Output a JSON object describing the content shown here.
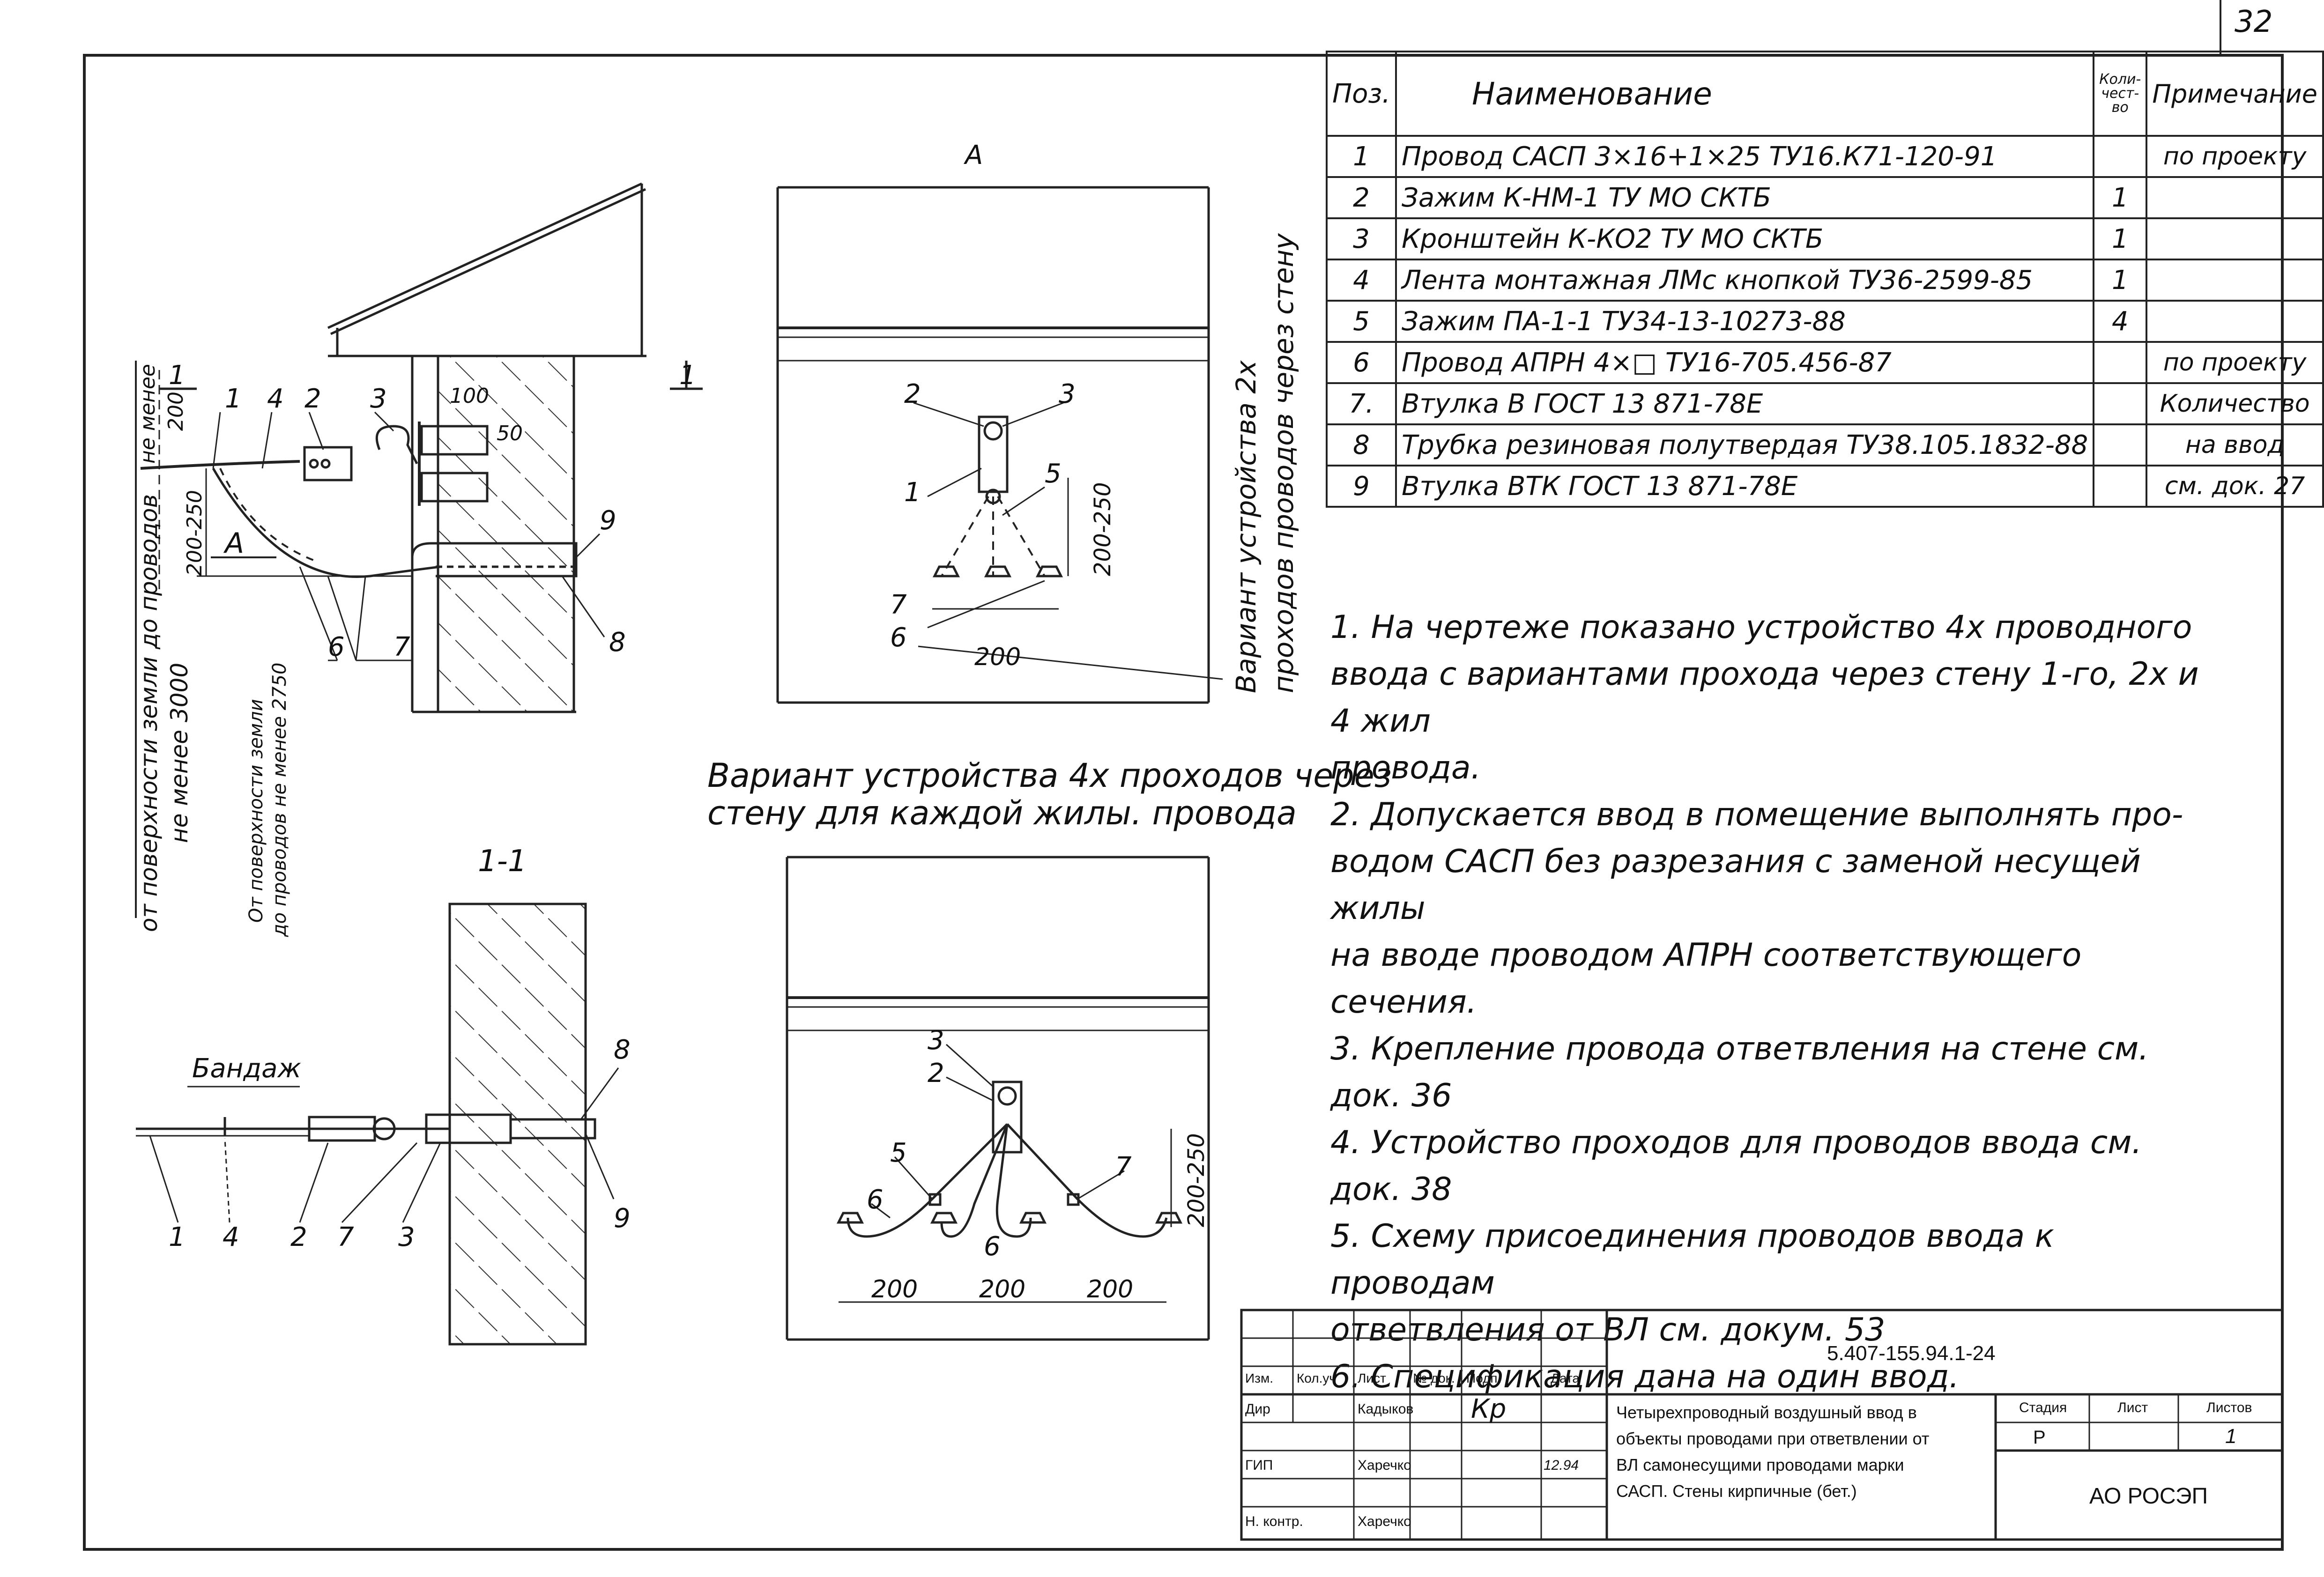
{
  "page_number": "32",
  "spec_table": {
    "headers": {
      "pos": "Поз.",
      "name": "Наименование",
      "qty": "Коли-чест-во",
      "note": "Примечание"
    },
    "rows": [
      {
        "pos": "1",
        "name": "Провод САСП 3×16+1×25 ТУ16.К71-120-91",
        "qty": "",
        "note": "по проекту"
      },
      {
        "pos": "2",
        "name": "Зажим К-НМ-1   ТУ МО СКТБ",
        "qty": "1",
        "note": ""
      },
      {
        "pos": "3",
        "name": "Кронштейн К-КО2 ТУ МО СКТБ",
        "qty": "1",
        "note": ""
      },
      {
        "pos": "4",
        "name": "Лента монтажная ЛМс кнопкой ТУ36-2599-85",
        "qty": "1",
        "note": ""
      },
      {
        "pos": "5",
        "name": "Зажим ПА-1-1 ТУ34-13-10273-88",
        "qty": "4",
        "note": ""
      },
      {
        "pos": "6",
        "name": "Провод АПРН 4×□ ТУ16-705.456-87",
        "qty": "",
        "note": "по проекту"
      },
      {
        "pos": "7.",
        "name": "Втулка В ГОСТ 13 871-78Е",
        "qty": "",
        "note": "Количество"
      },
      {
        "pos": "8",
        "name": "Трубка резиновая полутвердая ТУ38.105.1832-88",
        "qty": "",
        "note": "на ввод"
      },
      {
        "pos": "9",
        "name": "Втулка ВТК ГОСТ 13 871-78Е",
        "qty": "",
        "note": "см. док. 27"
      }
    ]
  },
  "notes": [
    "1. На чертеже показано устройство 4х проводного",
    "ввода с вариантами прохода через стену 1-го, 2х и 4 жил",
    "провода.",
    "2. Допускается ввод в помещение выполнять про-",
    "водом САСП без разрезания с заменой несущей жилы",
    "на вводе проводом АПРН соответствующего сечения.",
    "3. Крепление провода ответвления на стене см. док. 36",
    "4. Устройство проходов для проводов ввода см. док. 38",
    "5. Схему присоединения проводов ввода к проводам",
    "ответвления   от ВЛ  см. докум. 53",
    "6. Спецификация  дана  на  один  ввод."
  ],
  "view_a": {
    "title": "А",
    "dim_vertical": "200-250",
    "dim_horizontal": "200",
    "side_caption_1": "Вариант  устройства  2х",
    "side_caption_2": "проходов проводов через стену",
    "labels": [
      "2",
      "3",
      "1",
      "5",
      "7",
      "6"
    ]
  },
  "variant_caption_1": "Вариант устройства 4х проходов через",
  "variant_caption_2": "стену для каждой жилы. провода",
  "view_variant4": {
    "labels": [
      "3",
      "2",
      "5",
      "6",
      "7",
      "6"
    ],
    "dim_vertical": "200-250",
    "dims_horizontal": [
      "200",
      "200",
      "200"
    ]
  },
  "section_1_1": {
    "title": "1-1",
    "bandage": "Бандаж",
    "labels": [
      "1",
      "4",
      "2",
      "7",
      "3",
      "8",
      "9"
    ]
  },
  "main_view": {
    "section_mark": "1",
    "view_mark": "А",
    "dim_top": "200",
    "dim_top_note": "не менее",
    "dim_100": "100",
    "dim_50": "50",
    "dim_vert": "200-250",
    "rot_text_1": "от поверхности земли до проводов",
    "rot_text_2": "не менее 3000",
    "rot_text_3": "От поверхности земли",
    "rot_text_4": "до проводов не менее 2750",
    "labels": [
      "1",
      "4",
      "2",
      "3",
      "9",
      "8",
      "6",
      "7"
    ]
  },
  "stamp": {
    "doc_code": "5.407-155.94.1-24",
    "cols": [
      "Изм.",
      "Кол.уч",
      "Лист",
      "№ док.",
      "Подп.",
      "Дата"
    ],
    "rows": [
      {
        "role": "Дир",
        "name": "Кадыков",
        "date": ""
      },
      {
        "role": "ГИП",
        "name": "Харечко",
        "date": "12.94"
      },
      {
        "role": "Н. контр.",
        "name": "Харечко",
        "date": ""
      }
    ],
    "title_1": "Четырехпроводный воздушный ввод в",
    "title_2": "объекты проводами при ответвлении от",
    "title_3": "ВЛ самонесущими проводами марки",
    "title_4": "САСП. Стены кирпичные (бет.)",
    "stage_label": "Стадия",
    "sheet_label": "Лист",
    "sheets_label": "Листов",
    "stage": "Р",
    "sheet": "",
    "sheets": "1",
    "org": "АО РОСЭП",
    "signature_glyph": "Кр"
  }
}
